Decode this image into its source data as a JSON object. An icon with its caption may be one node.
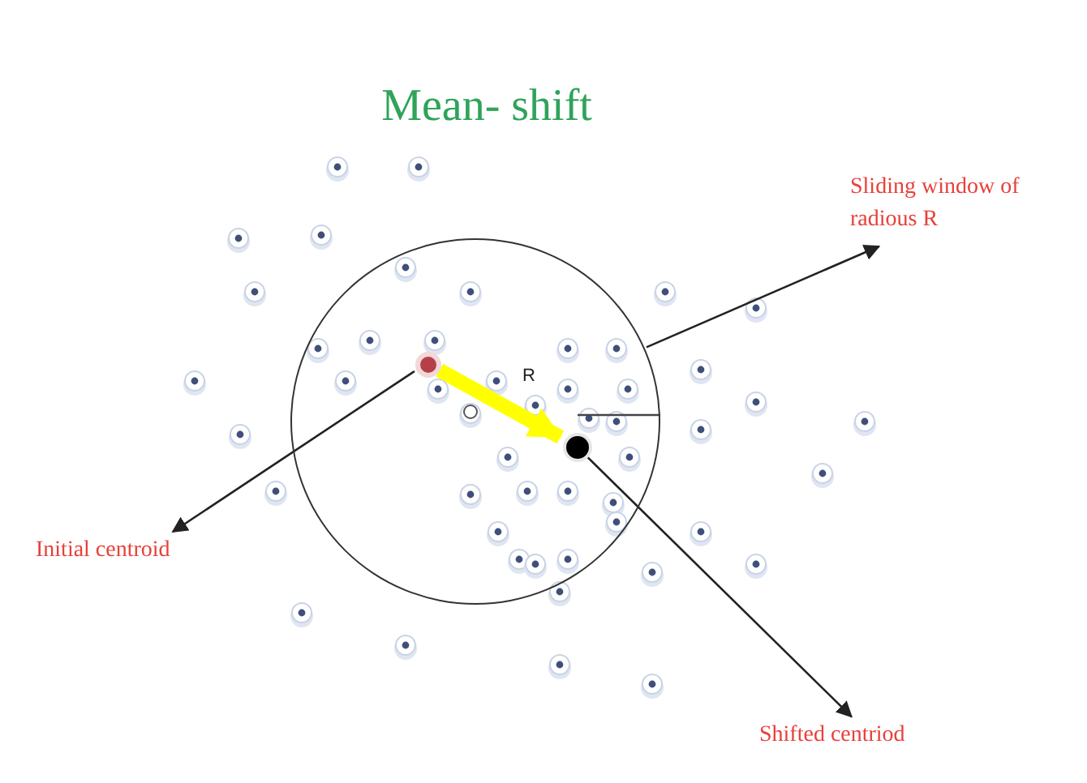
{
  "diagram": {
    "title": "Mean- shift",
    "nodes": [
      {
        "text": [],
        "shape": "circle"
      },
      {
        "text": [
          "Sliding window of radious R"
        ]
      },
      {
        "text": [],
        "shape": "circle",
        "in": 0
      },
      {
        "text": [
          "Initial centroid"
        ]
      },
      {
        "text": [],
        "shape": "circle",
        "in": 0
      },
      {
        "text": [
          "Shifted centriod"
        ]
      }
    ],
    "edges": [
      {
        "from": 0,
        "to": 1,
        "arrow": "to"
      },
      {
        "from": 2,
        "to": 3,
        "arrow": "to"
      },
      {
        "from": 4,
        "to": 5,
        "arrow": "to"
      },
      {
        "from": 2,
        "to": 4,
        "arrow": "to",
        "style": "thick",
        "color": "#ffff00"
      }
    ],
    "labels": [
      "R"
    ]
  }
}
